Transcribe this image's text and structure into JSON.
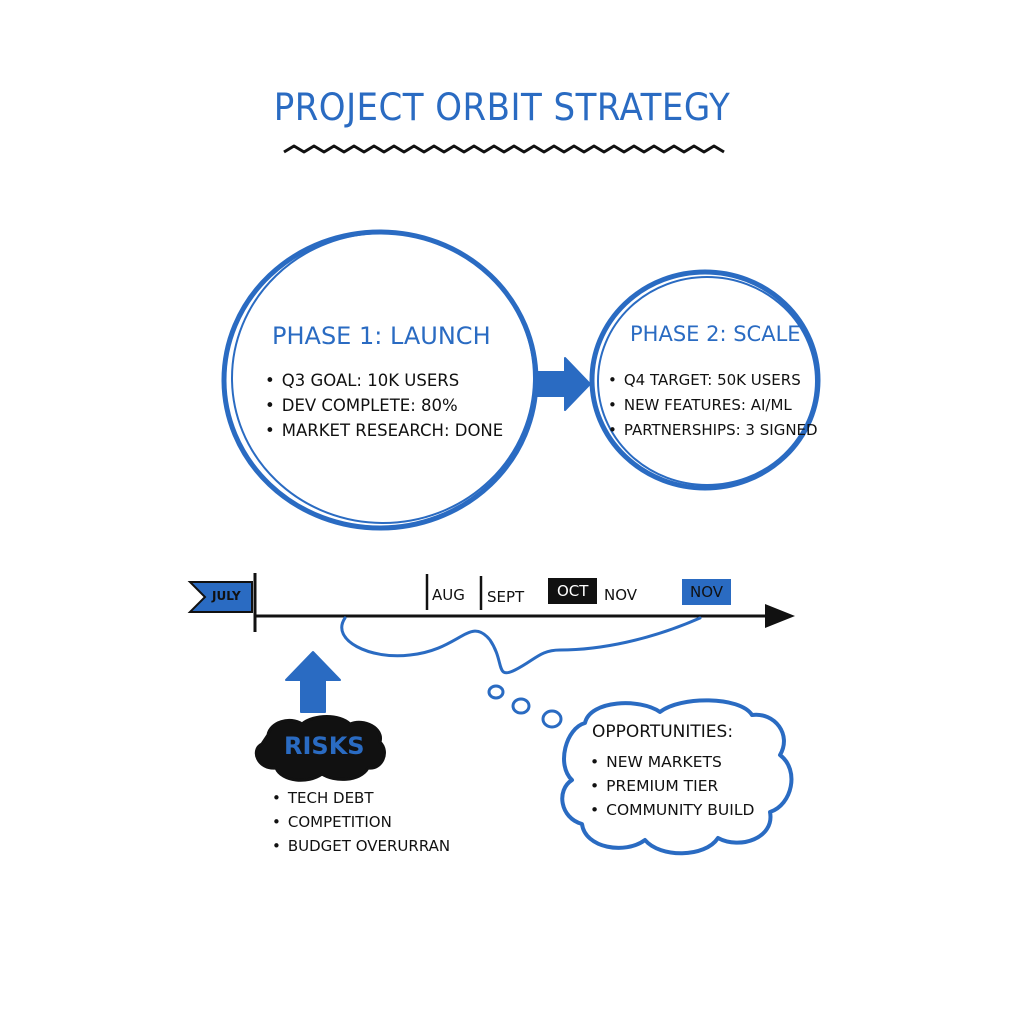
{
  "title": "PROJECT ORBIT STRATEGY",
  "phase1": {
    "title": "PHASE 1: LAUNCH",
    "items": [
      "Q3 GOAL: 10K USERS",
      "DEV COMPLETE: 80%",
      "MARKET RESEARCH: DONE"
    ]
  },
  "phase2": {
    "title": "PHASE 2: SCALE",
    "items": [
      "Q4 TARGET: 50K USERS",
      "NEW FEATURES: AI/ML",
      "PARTNERSHIPS: 3 SIGNED"
    ]
  },
  "timeline": {
    "start_flag": "JULY",
    "months": [
      "AUG",
      "SEPT",
      "OCT",
      "NOV",
      "NOV"
    ]
  },
  "risks": {
    "label": "RISKS",
    "items": [
      "TECH DEBT",
      "COMPETITION",
      "BUDGET OVERURRAN"
    ]
  },
  "opportunities": {
    "title": "OPPORTUNITIES:",
    "items": [
      "NEW MARKETS",
      "PREMIUM TIER",
      "COMMUNITY BUILD"
    ]
  },
  "colors": {
    "accent": "#2a6bc2",
    "ink": "#111111"
  }
}
